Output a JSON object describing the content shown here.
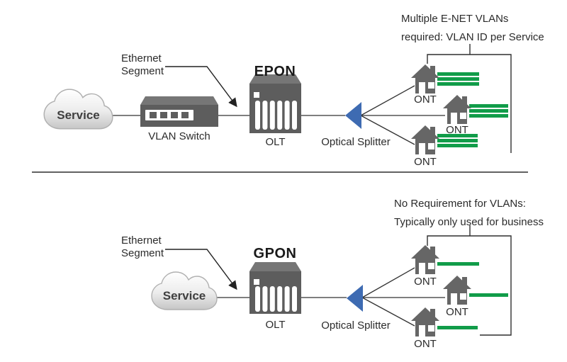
{
  "colors": {
    "device_gray": "#5d5d5d",
    "house_gray": "#666666",
    "green": "#119c49",
    "blue": "#3e6bb2",
    "line": "#333333"
  },
  "epon": {
    "title": "EPON",
    "annotation": [
      "Multiple E-NET VLANs",
      "required: VLAN ID per Service"
    ],
    "ethernet_segment": [
      "Ethernet",
      "Segment"
    ],
    "cloud_label": "Service",
    "switch_label": "VLAN Switch",
    "olt_label": "OLT",
    "splitter_label": "Optical Splitter",
    "ont_labels": [
      "ONT",
      "ONT",
      "ONT"
    ],
    "vlan_lines_per_ont": 3
  },
  "gpon": {
    "title": "GPON",
    "annotation": [
      "No Requirement for VLANs:",
      "Typically only used for business"
    ],
    "ethernet_segment": [
      "Ethernet",
      "Segment"
    ],
    "cloud_label": "Service",
    "olt_label": "OLT",
    "splitter_label": "Optical Splitter",
    "ont_labels": [
      "ONT",
      "ONT",
      "ONT"
    ],
    "vlan_lines_per_ont": 1
  }
}
